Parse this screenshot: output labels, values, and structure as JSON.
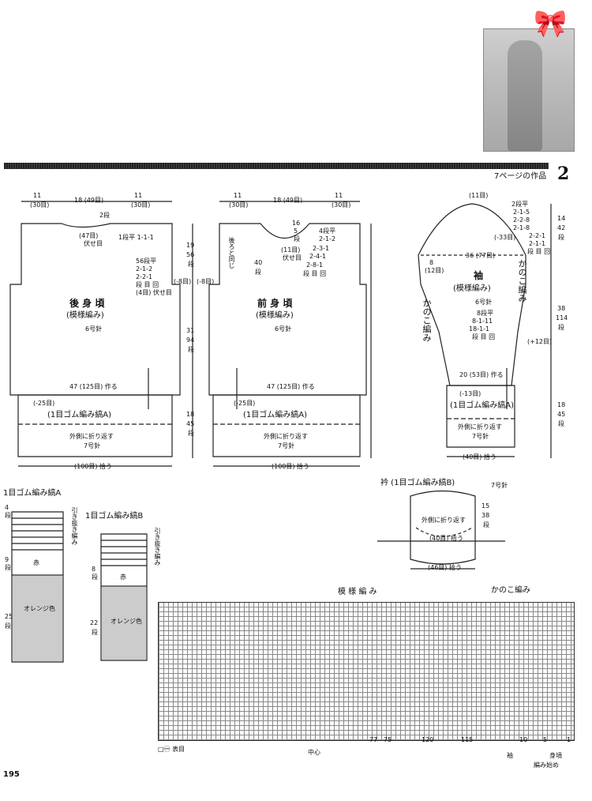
{
  "header": {
    "page_ref": "7ページの作品",
    "pattern_no": "2"
  },
  "back": {
    "title": "後 身 頃",
    "subtitle": "(模様編み)",
    "needle": "6号針",
    "top_left": [
      "11",
      "(30目)"
    ],
    "top_mid": "18 (49目)",
    "top_right": [
      "11",
      "(30目)"
    ],
    "neck_rows": "2段",
    "neck_count": "(47目)",
    "neck_bind": "伏せ目",
    "neck_dec": "1段平 1-1-1",
    "armhole": [
      "56段平",
      "2-1-2",
      "2-2-1",
      "段 目 回",
      "(4目) 伏せ目"
    ],
    "armhole_side": "(-8目)",
    "cast_on": "47 (125目) 作る",
    "ribbing_dec": "(-25目)",
    "ribbing_title": "(1目ゴム編み縞A)",
    "fold": "外側に折り返す",
    "fold_needle": "7号針",
    "pickup": "(100目) 拾う",
    "v_top": [
      "19",
      "56",
      "段"
    ],
    "v_mid": [
      "31",
      "94",
      "段"
    ],
    "v_rib": [
      "18",
      "45",
      "段"
    ]
  },
  "front": {
    "title": "前 身 頃",
    "subtitle": "(模様編み)",
    "needle": "6号針",
    "top_left": [
      "11",
      "(30目)"
    ],
    "top_mid": "18 (49目)",
    "top_right": [
      "11",
      "(30目)"
    ],
    "neck_rows": [
      "16",
      "5",
      "段"
    ],
    "neck_count": "(11目)",
    "neck_bind": "伏せ目",
    "neck_dec": [
      "4段平",
      "2-1-2",
      "2-3-1",
      "2-4-1",
      "2-8-1",
      "段 目 回"
    ],
    "same_as_back": "後ろと同じ",
    "v_neck": [
      "40",
      "段"
    ],
    "armhole_side": "(-8目)",
    "cast_on": "47 (125目) 作る",
    "ribbing_dec": "(-25目)",
    "ribbing_title": "(1目ゴム編み縞A)",
    "fold": "外側に折り返す",
    "fold_needle": "7号針",
    "pickup": "(100目) 拾う"
  },
  "sleeve": {
    "title": "袖",
    "subtitle": "(模様編み)",
    "needle": "6号針",
    "top": "(11目)",
    "cap_dec": [
      "2段平",
      "2-1-5",
      "2-2-8",
      "2-1-8",
      "2-2-1",
      "2-1-1",
      "段 目 回"
    ],
    "cap_dec2": "(-33目)",
    "width": "36 (77目)",
    "side_left": [
      "8",
      "(12目)"
    ],
    "v_cap": [
      "14",
      "42",
      "段"
    ],
    "v_body": [
      "38",
      "114",
      "段"
    ],
    "v_rib": [
      "18",
      "45",
      "段"
    ],
    "inc": [
      "8段平",
      "8-1-11",
      "18-1-1",
      "段 目 回"
    ],
    "inc_total": "(+12目)",
    "kanoko_l": "かのこ編み",
    "kanoko_r": "かのこ編み",
    "cuff_w": "20 (53目) 作る",
    "cuff_dec": "(-13目)",
    "ribbing_title": "(1目ゴム編み縞A)",
    "fold": "外側に折り返す",
    "fold_needle": "7号針",
    "pickup": "(40目) 拾う"
  },
  "collar": {
    "title": "衿 (1目ゴム編み縞B)",
    "needle": "7号針",
    "fold": "外側に折り返す",
    "inner": "(40目) 拾う",
    "outer": "(46目) 拾う",
    "v": [
      "15",
      "38",
      "段"
    ]
  },
  "ribA": {
    "title": "1目ゴム編み縞A",
    "bindoff": "引き抜き編み",
    "rows": [
      "4",
      "段",
      "9",
      "段",
      "25",
      "段"
    ],
    "red": "赤",
    "orange": "オレンジ色"
  },
  "ribB": {
    "title": "1目ゴム編み縞B",
    "bindoff": "引き抜き編み",
    "rows": [
      "8",
      "段",
      "22",
      "段"
    ],
    "red": "赤",
    "orange": "オレンジ色"
  },
  "chart": {
    "title_pattern": "模 様 編 み",
    "title_kanoko": "かのこ編み",
    "legend": "□ー⃝ 表目",
    "center": "中心",
    "sleeve": "袖",
    "body": "身頃",
    "sleeve_start": "編み始め",
    "col_nums": [
      "77",
      "75",
      "120",
      "115",
      "10",
      "5",
      "1"
    ]
  },
  "footer": {
    "page": "195"
  },
  "colors": {
    "gray_fill": "#cccccc",
    "line": "#222222"
  }
}
